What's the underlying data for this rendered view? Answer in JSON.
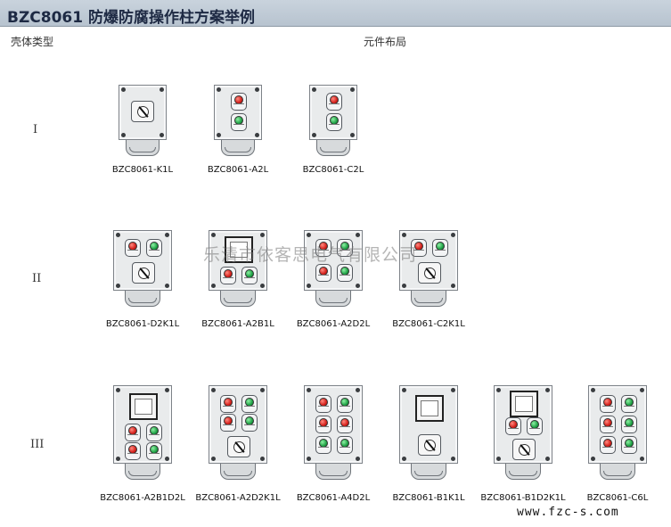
{
  "title": "BZC8061 防爆防腐操作柱方案举例",
  "headers": {
    "housing_type": "壳体类型",
    "layout": "元件布局"
  },
  "rows": [
    "I",
    "II",
    "III"
  ],
  "models": {
    "k1l": "BZC8061-K1L",
    "a2l": "BZC8061-A2L",
    "c2l": "BZC8061-C2L",
    "d2k1l": "BZC8061-D2K1L",
    "a2b1l": "BZC8061-A2B1L",
    "a2d2l": "BZC8061-A2D2L",
    "c2k1l": "BZC8061-C2K1L",
    "a2b1d2l": "BZC8061-A2B1D2L",
    "a2d2k1l": "BZC8061-A2D2K1L",
    "a4d2l": "BZC8061-A4D2L",
    "b1k1l": "BZC8061-B1K1L",
    "b1d2k1l": "BZC8061-B1D2K1L",
    "c6l": "BZC8061-C6L"
  },
  "watermark": "乐清市依客思电气有限公司",
  "website": "www.fzc-s.com",
  "colors": {
    "red_lamp": "#d5201b",
    "green_lamp": "#1fa245",
    "title_bar": "#c0cbd6"
  },
  "icons": [
    "indicator-lamp-red",
    "indicator-lamp-green",
    "selector-switch",
    "meter-window",
    "cable-gland",
    "screw"
  ]
}
